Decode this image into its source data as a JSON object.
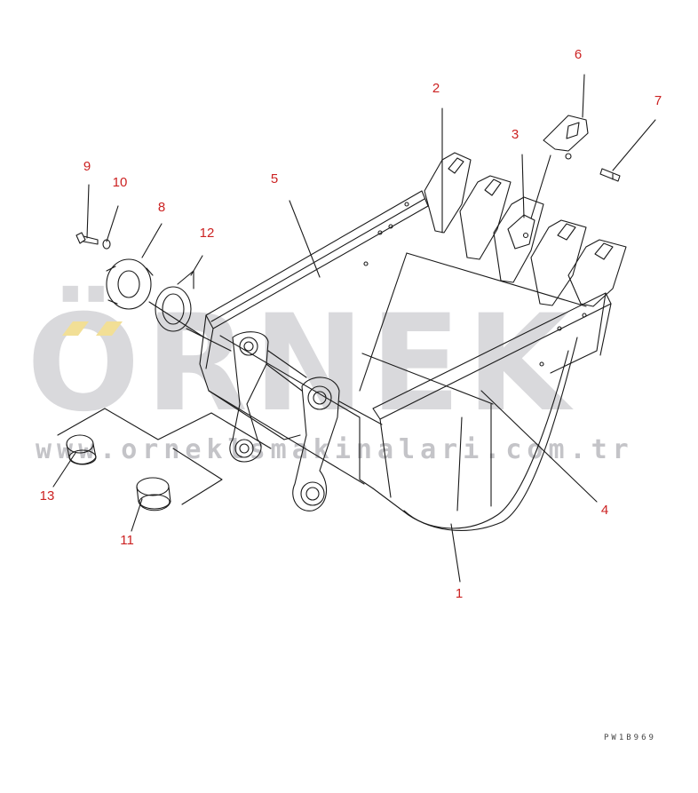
{
  "colors": {
    "background": "#ffffff",
    "line": "#1a1a1a",
    "callout": "#cc2222",
    "watermark": "#d9d9dc",
    "watermark_text": "#c4c4c8",
    "watermark_accent": "#f2df96",
    "code": "#444444"
  },
  "watermark": {
    "brand": "ÖRNEK",
    "url": "www.orneklsmakinalari.com.tr"
  },
  "drawing_code": "PW1B969",
  "callouts": [
    {
      "id": "1",
      "label": "1"
    },
    {
      "id": "2",
      "label": "2"
    },
    {
      "id": "3",
      "label": "3"
    },
    {
      "id": "4",
      "label": "4"
    },
    {
      "id": "5",
      "label": "5"
    },
    {
      "id": "6",
      "label": "6"
    },
    {
      "id": "7",
      "label": "7"
    },
    {
      "id": "8",
      "label": "8"
    },
    {
      "id": "9",
      "label": "9"
    },
    {
      "id": "10",
      "label": "10"
    },
    {
      "id": "11",
      "label": "11"
    },
    {
      "id": "12",
      "label": "12"
    },
    {
      "id": "13",
      "label": "13"
    }
  ]
}
